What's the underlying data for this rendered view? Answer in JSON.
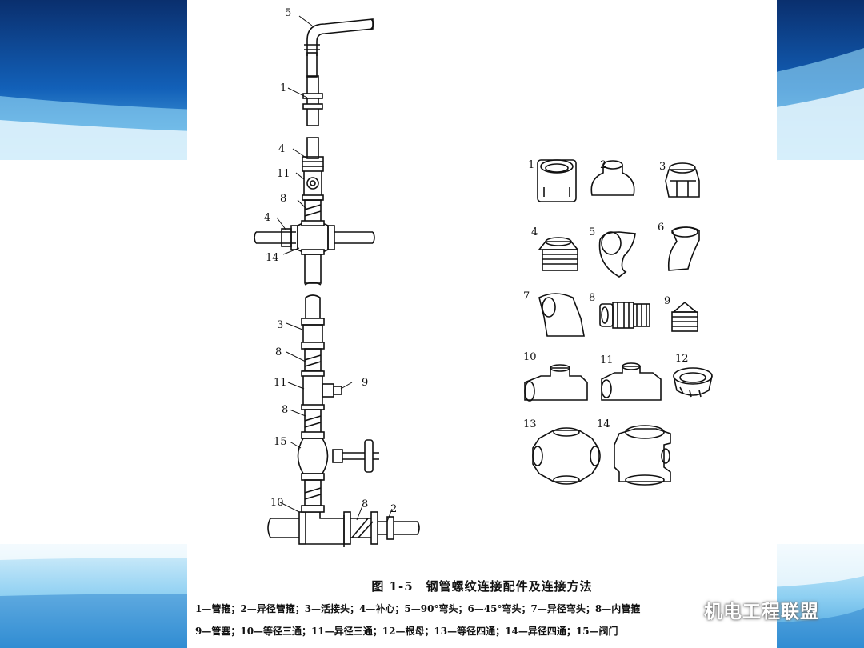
{
  "figure": {
    "caption": "图 1-5　钢管螺纹连接配件及连接方法",
    "legend_line_1": "1—管箍；2—异径管箍；3—活接头；4—补心；5—90°弯头；6—45°弯头；7—异径弯头；8—内管箍",
    "legend_line_2": "9—管塞；10—等径三通；11—异径三通；12—根母；13—等径四通；14—异径四通；15—阀门",
    "left_assembly_labels": [
      "5",
      "1",
      "4",
      "11",
      "8",
      "4",
      "14",
      "3",
      "8",
      "11",
      "9",
      "8",
      "15",
      "10",
      "8",
      "2"
    ],
    "fitting_labels": [
      "1",
      "2",
      "3",
      "4",
      "5",
      "6",
      "7",
      "8",
      "9",
      "10",
      "11",
      "12",
      "13",
      "14"
    ]
  },
  "watermark": {
    "text": "机电工程联盟"
  },
  "colors": {
    "slide_blue": "#0b4fa0",
    "slide_light": "#9fd4f0",
    "ink": "#111111"
  }
}
